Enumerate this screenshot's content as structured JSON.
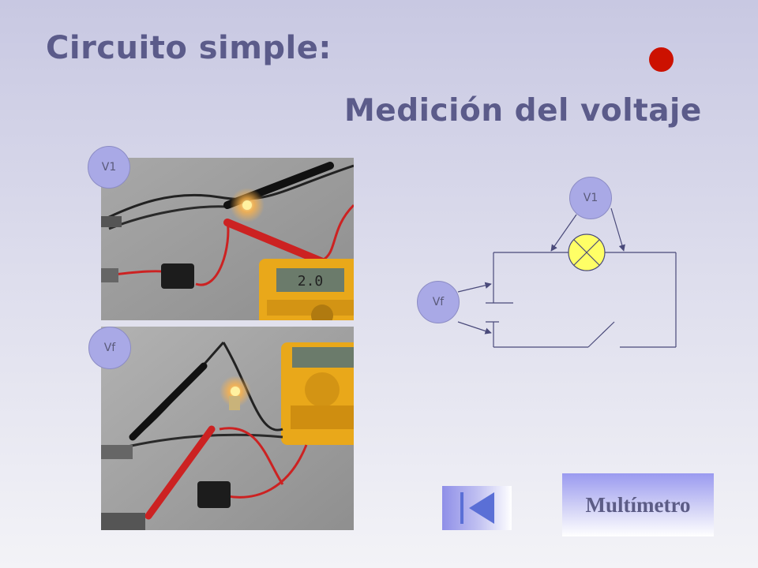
{
  "slide": {
    "title": "Circuito simple:",
    "subtitle": "Medición del voltaje"
  },
  "labels": {
    "v1_photo": "V1",
    "vf_photo": "Vf",
    "v1_diagram": "V1",
    "vf_diagram": "Vf"
  },
  "buttons": {
    "multimetro_label": "Multímetro",
    "back_icon": "skip-back-icon"
  },
  "colors": {
    "title": "#5b5b8a",
    "accent_dot": "#cc1100",
    "bubble": "#a9a9e6",
    "lamp": "#ffff66"
  }
}
